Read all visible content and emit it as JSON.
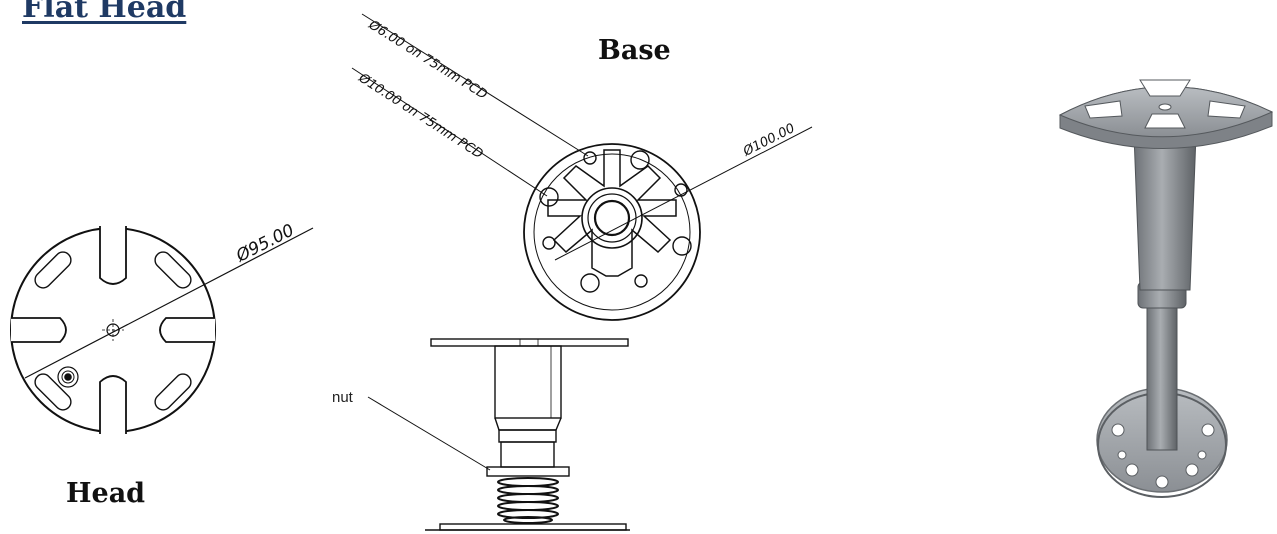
{
  "title": "Flat Head",
  "captions": {
    "base": "Base",
    "head": "Head"
  },
  "head_drawing": {
    "diameter_label": "Ø95.00"
  },
  "base_drawing": {
    "hole_small_label": "Ø6.00 on 75mm PCD",
    "hole_large_label": "Ø10.00 on 75mm PCD",
    "diameter_label": "Ø100.00"
  },
  "side_view": {
    "nut_label": "nut"
  },
  "photo": {
    "subject": "pedestal-product-photo"
  },
  "colors": {
    "title": "#1f3a64",
    "metal": "#8a8f94"
  }
}
